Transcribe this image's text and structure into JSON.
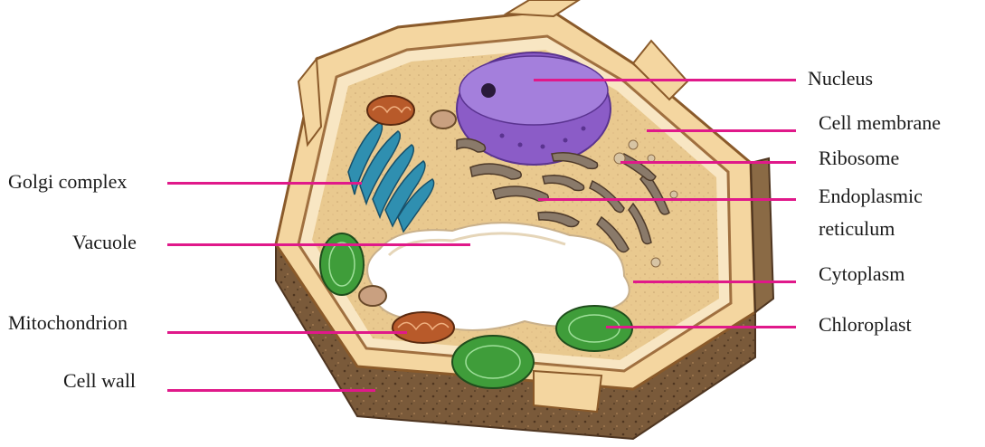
{
  "labels": {
    "nucleus": "Nucleus",
    "cell_membrane": "Cell membrane",
    "ribosome": "Ribosome",
    "endoplasmic_1": "Endoplasmic",
    "endoplasmic_2": "reticulum",
    "cytoplasm": "Cytoplasm",
    "chloroplast": "Chloroplast",
    "golgi": "Golgi complex",
    "vacuole": "Vacuole",
    "mitochondrion": "Mitochondrion",
    "cell_wall": "Cell wall"
  },
  "colors": {
    "leader": "#e0198a",
    "cell_wall": "#f4d6a0",
    "cell_wall_edge": "#8a5a2a",
    "cell_wall_base": "#7a5a3a",
    "cytoplasm": "#e9c98f",
    "vacuole": "#ffffff",
    "nucleus": "#8b5cc7",
    "golgi": "#2f8fb0",
    "chloroplast": "#3f9d3a",
    "mitochondrion": "#b85a2a"
  }
}
